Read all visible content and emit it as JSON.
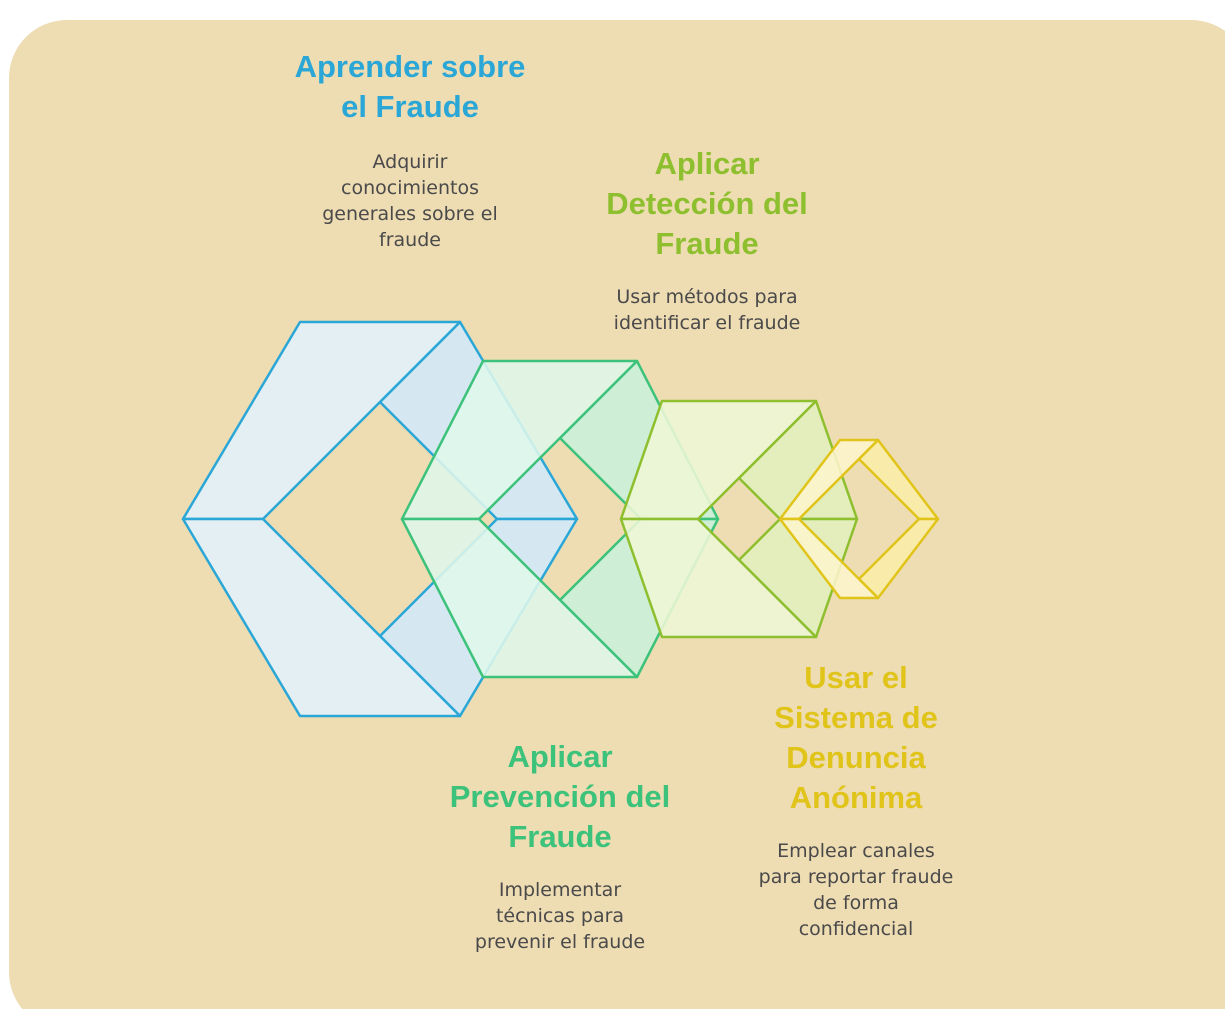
{
  "colors": {
    "background": "#eedcb3",
    "stage1": "#2aa7d6",
    "stage2": "#3cc27a",
    "stage3": "#8dbf2e",
    "stage4": "#e0c41a",
    "description_text": "#4a4a4a"
  },
  "stages": [
    {
      "id": "aprender",
      "title": "Aprender sobre\nel Fraude",
      "description": "Adquirir\nconocimientos\ngenerales sobre el\nfraude"
    },
    {
      "id": "prevencion",
      "title": "Aplicar\nPrevención del\nFraude",
      "description": "Implementar\ntécnicas para\nprevenir el fraude"
    },
    {
      "id": "deteccion",
      "title": "Aplicar\nDetección del\nFraude",
      "description": "Usar métodos para\nidentificar el fraude"
    },
    {
      "id": "denuncia",
      "title": "Usar el\nSistema de\nDenuncia\nAnónima",
      "description": "Emplear canales\npara reportar fraude\nde forma\nconfidencial"
    }
  ]
}
